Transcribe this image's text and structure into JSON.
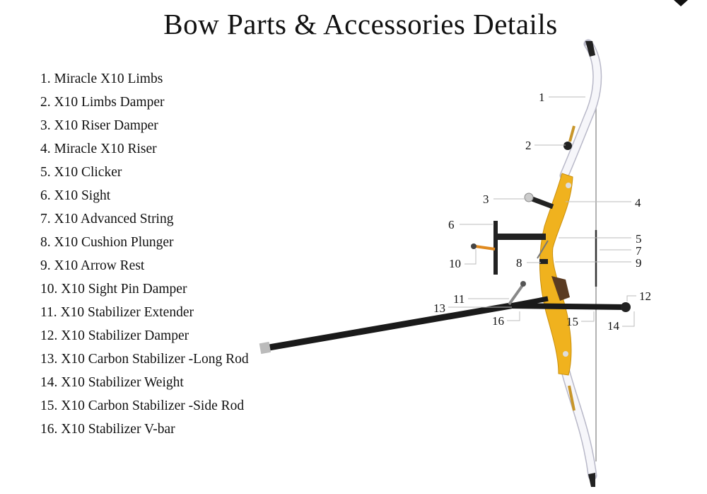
{
  "title": "Bow Parts & Accessories Details",
  "parts": [
    "1. Miracle X10 Limbs",
    "2. X10 Limbs Damper",
    "3. X10 Riser Damper",
    "4. Miracle X10 Riser",
    "5. X10 Clicker",
    "6. X10 Sight",
    "7. X10 Advanced String",
    "8. X10 Cushion Plunger",
    "9. X10 Arrow Rest",
    "10. X10 Sight Pin Damper",
    "11. X10 Stabilizer Extender",
    "12. X10 Stabilizer Damper",
    "13. X10 Carbon Stabilizer -Long Rod",
    "14. X10 Stabilizer Weight",
    "15. X10 Carbon Stabilizer -Side Rod",
    "16. X10 Stabilizer V-bar"
  ],
  "callouts": [
    "1",
    "2",
    "3",
    "4",
    "5",
    "6",
    "7",
    "8",
    "9",
    "10",
    "11",
    "12",
    "13",
    "14",
    "15",
    "16"
  ],
  "colors": {
    "riser": "#f0b21e",
    "limb": "#f4f4f8",
    "rod": "#1a1a1a"
  }
}
